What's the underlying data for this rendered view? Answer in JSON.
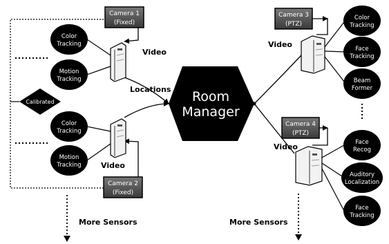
{
  "hub": {
    "line1": "Room",
    "line2": "Manager"
  },
  "cameras": {
    "cam1": {
      "line1": "Camera 1",
      "line2": "(Fixed)"
    },
    "cam2": {
      "line1": "Camera 2",
      "line2": "(Fixed)"
    },
    "cam3": {
      "line1": "Camera 3",
      "line2": "(PTZ)"
    },
    "cam4": {
      "line1": "Camera 4",
      "line2": "(PTZ)"
    }
  },
  "modules": {
    "cam1_color": {
      "line1": "Color",
      "line2": "Tracking"
    },
    "cam1_motion": {
      "line1": "Motion",
      "line2": "Tracking"
    },
    "cam2_color": {
      "line1": "Color",
      "line2": "Tracking"
    },
    "cam2_motion": {
      "line1": "Motion",
      "line2": "Tracking"
    },
    "cam3_color": {
      "line1": "Color",
      "line2": "Tracking"
    },
    "cam3_face": {
      "line1": "Face",
      "line2": "Tracking"
    },
    "cam3_beam": {
      "line1": "Beam",
      "line2": "Former"
    },
    "cam4_facerecog": {
      "line1": "Face",
      "line2": "Recog"
    },
    "cam4_auditory": {
      "line1": "Auditory",
      "line2": "Localization"
    },
    "cam4_facetrack": {
      "line1": "Face",
      "line2": "Tracking"
    }
  },
  "calibrated": "Calibrated",
  "labels": {
    "video_cam1": "Video",
    "video_cam2": "Video",
    "video_cam3": "Video",
    "video_cam4": "Video",
    "locations": "Locations",
    "more_left": "More Sensors",
    "more_right": "More Sensors"
  }
}
